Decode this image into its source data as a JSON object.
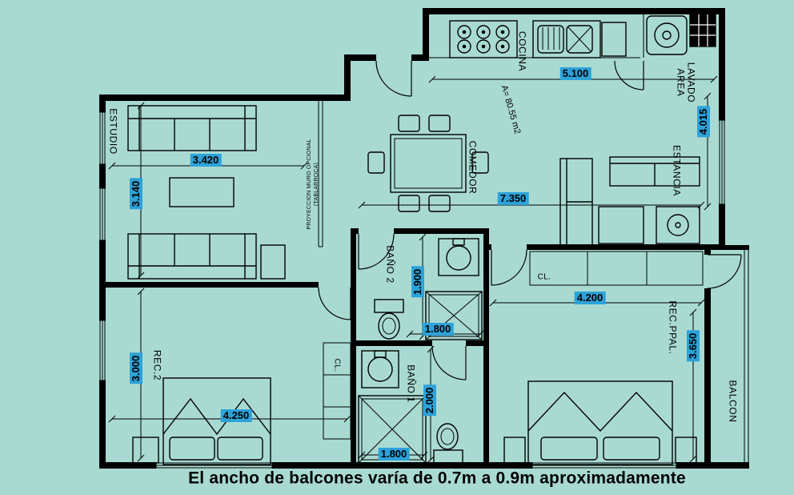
{
  "colors": {
    "background": "#a9dad2",
    "highlight": "#2da2d8",
    "line": "#000000"
  },
  "caption": "El ancho de balcones varía de 0.7m a 0.9m aproximadamente",
  "area_label": "A= 80.55 m2",
  "note": {
    "line1": "PROYECCION MURO OPCIONAL",
    "line2": "(TABLARROCA)"
  },
  "rooms": {
    "estudio": "ESTUDIO",
    "cocina": "COCINA",
    "comedor": "COMEDOR",
    "estancia": "ESTANCIA",
    "area_lavado_1": "AREA",
    "area_lavado_2": "LAVADO",
    "bano2": "BAÑO 2",
    "bano1": "BAÑO 1",
    "rec2": "REC.2",
    "rec_ppal": "REC.PPAL.",
    "balcon": "BALCON",
    "closet_ppal": "CL.",
    "closet_rec2": "CL."
  },
  "dimensions": {
    "cocina_width": "5.100",
    "estancia_height": "4.015",
    "estudio_width": "3.420",
    "estudio_height": "3.140",
    "comedor_width": "7.350",
    "bano2_height": "1.900",
    "bano2_width": "1.800",
    "recppal_width": "4.200",
    "recppal_height": "3.650",
    "rec2_height": "3.000",
    "rec2_width": "4.250",
    "bano1_height": "2.000",
    "bano1_width": "1.800"
  }
}
